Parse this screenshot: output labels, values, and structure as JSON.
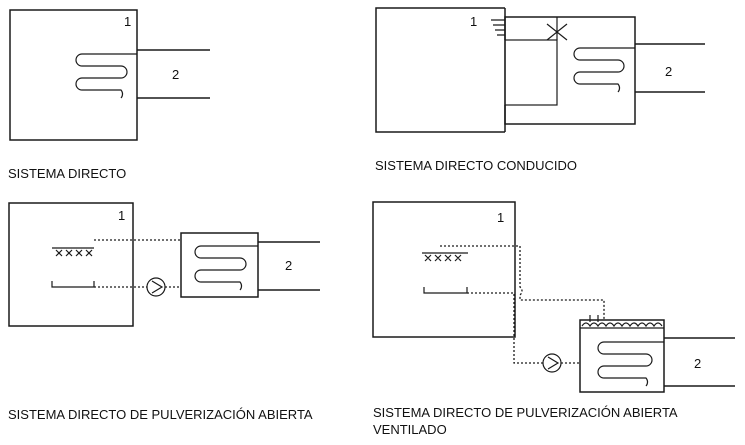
{
  "diagrams": [
    {
      "id": "directo",
      "caption": "SISTEMA DIRECTO",
      "room_label": "1",
      "exchanger_label": "2"
    },
    {
      "id": "directo-conducido",
      "caption": "SISTEMA DIRECTO CONDUCIDO",
      "room_label": "1",
      "exchanger_label": "2"
    },
    {
      "id": "pulverizacion",
      "caption": "SISTEMA DIRECTO DE PULVERIZACIÓN ABIERTA",
      "room_label": "1",
      "exchanger_label": "2"
    },
    {
      "id": "pulverizacion-ventilado",
      "caption": "SISTEMA DIRECTO DE PULVERIZACIÓN ABIERTA\nVENTILADO",
      "room_label": "1",
      "exchanger_label": "2"
    }
  ]
}
